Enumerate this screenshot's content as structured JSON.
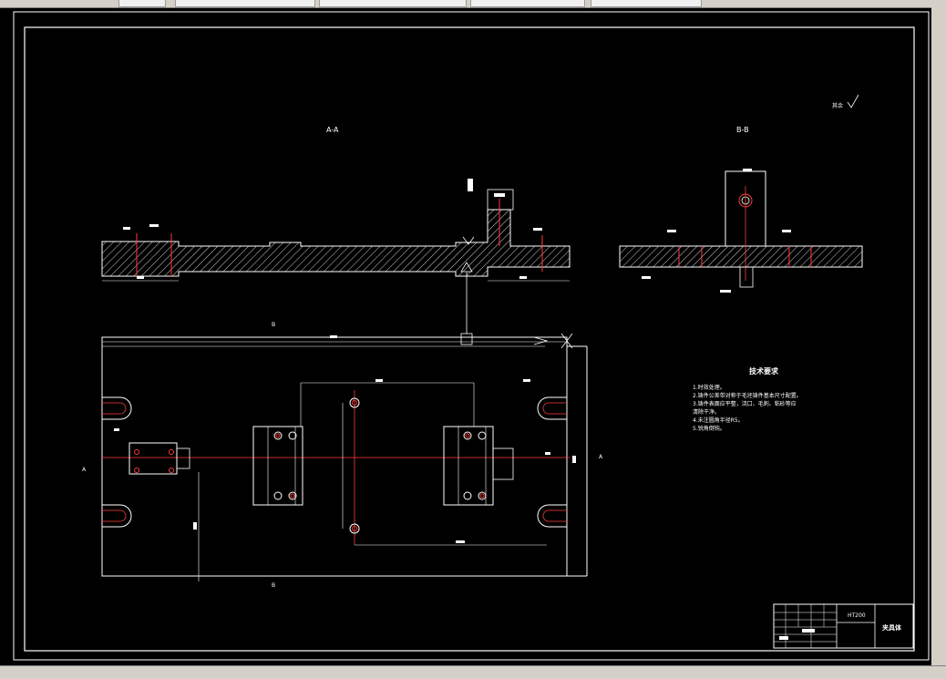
{
  "toolbar": {
    "buttons": [
      "",
      "",
      "",
      "",
      ""
    ]
  },
  "drawing": {
    "section_a_label": "A-A",
    "section_b_label": "B-B",
    "surface_note": "其余",
    "requirements_title": "技术要求",
    "requirements": [
      "1.时效处理。",
      "2.铸件公差带对称于毛坯铸件基本尺寸配置。",
      "3.铸件表面应平整，浇口、毛刺、粘砂等应",
      "清除干净。",
      "4.未注圆角半径R5。",
      "5.锐角倒钝。"
    ],
    "title_block": {
      "material": "HT200",
      "part_name": "夹具体"
    },
    "view_marks": {
      "top_b": "B",
      "left_a": "A",
      "right_a": "A",
      "bottom_b": "B"
    }
  },
  "colors": {
    "line": "#ffffff",
    "center": "#ff3b3b",
    "background": "#000000"
  }
}
